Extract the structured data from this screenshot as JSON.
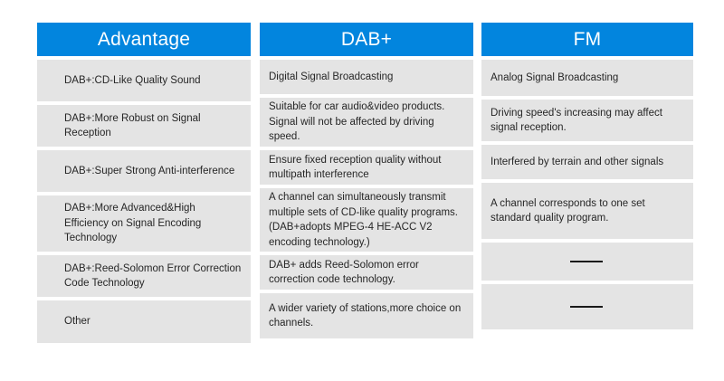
{
  "table": {
    "columns": [
      {
        "id": "advantage",
        "header": "Advantage",
        "header_color": "#0285DE",
        "cells": [
          {
            "text": "DAB+:CD-Like Quality Sound",
            "height": 46
          },
          {
            "text": "DAB+:More Robust on Signal Reception",
            "height": 46
          },
          {
            "text": "DAB+:Super Strong Anti-interference",
            "height": 46
          },
          {
            "text": "DAB+:More Advanced&High Efficiency on Signal Encoding Technology",
            "height": 62
          },
          {
            "text": "DAB+:Reed-Solomon Error Correction Code Technology",
            "height": 46
          },
          {
            "text": "Other",
            "height": 47
          }
        ]
      },
      {
        "id": "dab-plus",
        "header": "DAB+",
        "header_color": "#0285DE",
        "cells": [
          {
            "text": "Digital Signal Broadcasting",
            "height": 38
          },
          {
            "text": "Suitable for car audio&video products. Signal will not be affected by driving speed.",
            "height": 54
          },
          {
            "text": "Ensure fixed reception quality without multipath interference",
            "height": 38
          },
          {
            "text": "A channel can simultaneously transmit multiple sets of CD-like quality programs. (DAB+adopts MPEG-4 HE-ACC V2 encoding technology.)",
            "height": 70
          },
          {
            "text": "DAB+ adds Reed-Solomon error correction code technology.",
            "height": 38
          },
          {
            "text": "A wider variety of stations,more choice on channels.",
            "height": 50
          }
        ]
      },
      {
        "id": "fm",
        "header": "FM",
        "header_color": "#0285DE",
        "cells": [
          {
            "text": "Analog Signal Broadcasting",
            "height": 40
          },
          {
            "text": "Driving speed's increasing may affect signal reception.",
            "height": 46
          },
          {
            "text": "Interfered by terrain and other signals",
            "height": 38
          },
          {
            "text": "A channel corresponds to one set standard quality program.",
            "height": 62
          },
          {
            "text": "——",
            "height": 42,
            "dash": true
          },
          {
            "text": "——",
            "height": 50,
            "dash": true
          }
        ]
      }
    ]
  }
}
